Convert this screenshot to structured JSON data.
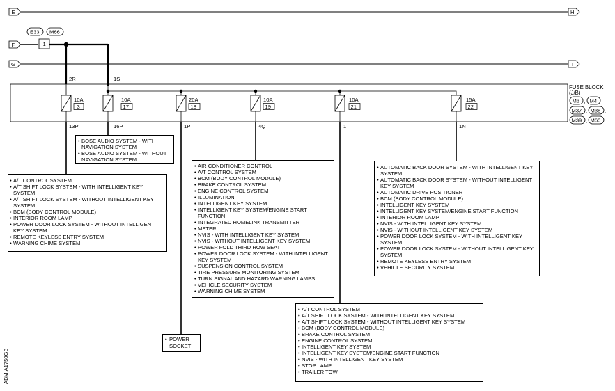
{
  "buses": [
    {
      "left": "E",
      "right": "H"
    },
    {
      "left": "F",
      "right": ""
    },
    {
      "left": "G",
      "right": "I"
    }
  ],
  "connectors": {
    "e33": "E33",
    "m66": "M66",
    "terminal": "1"
  },
  "top_wires": {
    "w2r": "2R",
    "w1s": "1S"
  },
  "fuse_block": {
    "title": "FUSE BLOCK",
    "subtitle": "(J/B)",
    "connectors": [
      "M3",
      "M4",
      "M37",
      "M38",
      "M39",
      "M60"
    ]
  },
  "fuses": [
    {
      "amp": "10A",
      "num": "3",
      "out": "13P"
    },
    {
      "amp": "10A",
      "num": "17",
      "out": "16P"
    },
    {
      "amp": "20A",
      "num": "18",
      "out": "1P"
    },
    {
      "amp": "10A",
      "num": "19",
      "out": "4Q"
    },
    {
      "amp": "10A",
      "num": "21",
      "out": "1T"
    },
    {
      "amp": "15A",
      "num": "22",
      "out": "1N"
    }
  ],
  "lists": {
    "bose": [
      "BOSE AUDIO SYSTEM - WITH NAVIGATION SYSTEM",
      "BOSE AUDIO SYSTEM - WITHOUT NAVIGATION SYSTEM"
    ],
    "fuse3": [
      "A/T CONTROL SYSTEM",
      "A/T SHIFT LOCK SYSTEM - WITH INTELLIGENT KEY SYSTEM",
      "A/T SHIFT LOCK SYSTEM - WITHOUT INTELLIGENT KEY SYSTEM",
      "BCM (BODY CONTROL MODULE)",
      "INTERIOR ROOM LAMP",
      "POWER DOOR LOCK SYSTEM - WITHOUT INTELLIGENT KEY SYSTEM",
      "REMOTE KEYLESS ENTRY SYSTEM",
      "WARNING CHIME SYSTEM"
    ],
    "power_socket": [
      "POWER SOCKET"
    ],
    "fuse19": [
      "AIR CONDITIONER CONTROL",
      "A/T CONTROL SYSTEM",
      "BCM (BODY CONTROL MODULE)",
      "BRAKE CONTROL SYSTEM",
      "ENGINE CONTROL SYSTEM",
      "ILLUMINATION",
      "INTELLIGENT KEY SYSTEM",
      "INTELLIGENT KEY SYSTEM/ENGINE START FUNCTION",
      "INTEGRATED HOMELINK TRANSMITTER",
      "METER",
      "NVIS - WITH INTELLIGENT KEY SYSTEM",
      "NVIS - WITHOUT INTELLIGENT KEY SYSTEM",
      "POWER FOLD THIRD ROW SEAT",
      "POWER DOOR LOCK SYSTEM - WITH INTELLIGENT KEY SYSTEM",
      "SUSPENSION CONTROL SYSTEM",
      "TIRE PRESSURE MONITORING SYSTEM",
      "TURN SIGNAL AND HAZARD WARNING LAMPS",
      "VEHICLE SECURITY SYSTEM",
      "WARNING CHIME SYSTEM"
    ],
    "fuse21": [
      "A/T CONTROL SYSTEM",
      "A/T SHIFT LOCK SYSTEM - WITH INTELLIGENT KEY SYSTEM",
      "A/T SHIFT LOCK SYSTEM - WITHOUT INTELLIGENT KEY SYSTEM",
      "BCM (BODY CONTROL MODULE)",
      "BRAKE CONTROL SYSTEM",
      "ENGINE CONTROL SYSTEM",
      "INTELLIGENT KEY SYSTEM",
      "INTELLIGENT KEY SYSTEM/ENGINE START FUNCTION",
      "NVIS - WITH INTELLIGENT KEY SYSTEM",
      "STOP LAMP",
      "TRAILER TOW"
    ],
    "fuse22": [
      "AUTOMATIC BACK DOOR SYSTEM - WITH INTELLIGENT KEY SYSTEM",
      "AUTOMATIC BACK DOOR SYSTEM - WITHOUT INTELLIGENT KEY SYSTEM",
      "AUTOMATIC DRIVE POSITIONER",
      "BCM (BODY CONTROL MODULE)",
      "INTELLIGENT KEY SYSTEM",
      "INTELLIGENT KEY SYSTEM/ENGINE START FUNCTION",
      "INTERIOR ROOM LAMP",
      "NVIS - WITH INTELLIGENT KEY SYSTEM",
      "NVIS - WITHOUT INTELLIGENT KEY SYSTEM",
      "POWER DOOR LOCK SYSTEM - WITH INTELLIGENT KEY SYSTEM",
      "POWER DOOR LOCK SYSTEM - WITHOUT INTELLIGENT KEY SYSTEM",
      "REMOTE KEYLESS ENTRY SYSTEM",
      "VEHICLE SECURITY SYSTEM"
    ]
  },
  "diagram_id": "ABMIA1750GB"
}
